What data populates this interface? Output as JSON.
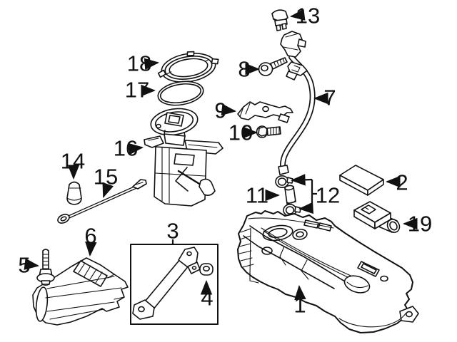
{
  "diagram": {
    "background_color": "#ffffff",
    "line_color": "#111111",
    "callouts": [
      {
        "label": "1",
        "part": "fuel-tank"
      },
      {
        "label": "2",
        "part": "mounting-pad"
      },
      {
        "label": "3",
        "part": "tank-strap"
      },
      {
        "label": "4",
        "part": "grommet"
      },
      {
        "label": "5",
        "part": "shield-bolt"
      },
      {
        "label": "6",
        "part": "heat-shield"
      },
      {
        "label": "7",
        "part": "filler-pipe"
      },
      {
        "label": "8",
        "part": "pipe-screw"
      },
      {
        "label": "9",
        "part": "pipe-bracket"
      },
      {
        "label": "10",
        "part": "bracket-bolt"
      },
      {
        "label": "11",
        "part": "connector-hose"
      },
      {
        "label": "12",
        "part": "hose-clamps"
      },
      {
        "label": "13",
        "part": "breather-valve"
      },
      {
        "label": "14",
        "part": "rubber-plug"
      },
      {
        "label": "15",
        "part": "sender-rod"
      },
      {
        "label": "16",
        "part": "fuel-pump-module"
      },
      {
        "label": "17",
        "part": "pump-seal"
      },
      {
        "label": "18",
        "part": "lock-ring"
      },
      {
        "label": "19",
        "part": "pump-control-module"
      }
    ]
  }
}
